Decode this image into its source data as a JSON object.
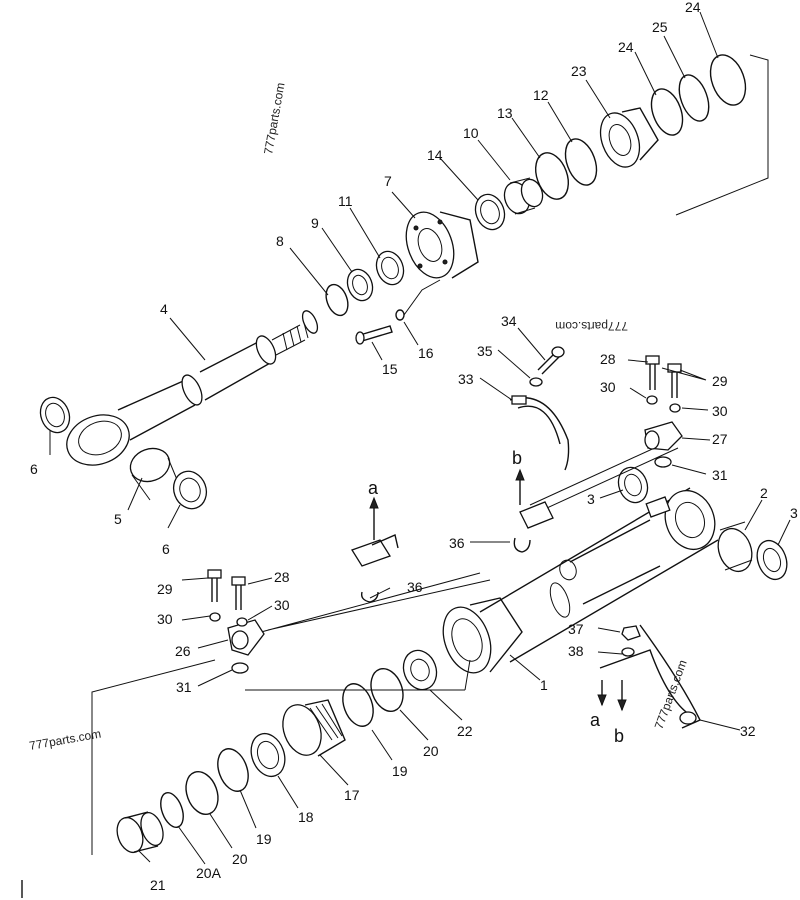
{
  "watermarks": [
    "777parts.com",
    "777parts.com",
    "777parts.com",
    "777parts.com"
  ],
  "callouts": {
    "c1": "1",
    "c2": "2",
    "c3a": "3",
    "c3b": "3",
    "c4": "4",
    "c5": "5",
    "c6a": "6",
    "c6b": "6",
    "c7": "7",
    "c8": "8",
    "c9": "9",
    "c10": "10",
    "c11": "11",
    "c12": "12",
    "c13": "13",
    "c14": "14",
    "c15": "15",
    "c16": "16",
    "c17": "17",
    "c18": "18",
    "c19a": "19",
    "c19b": "19",
    "c20a": "20",
    "c20b": "20",
    "c20A": "20A",
    "c21": "21",
    "c22": "22",
    "c23": "23",
    "c24a": "24",
    "c24b": "24",
    "c25": "25",
    "c26": "26",
    "c27": "27",
    "c28a": "28",
    "c28b": "28",
    "c29a": "29",
    "c29b": "29",
    "c30a": "30",
    "c30b": "30",
    "c30c": "30",
    "c30d": "30",
    "c31a": "31",
    "c31b": "31",
    "c32": "32",
    "c33": "33",
    "c34": "34",
    "c35": "35",
    "c36a": "36",
    "c36b": "36",
    "c37": "37",
    "c38": "38"
  },
  "refs": {
    "a1": "a",
    "a2": "a",
    "b1": "b",
    "b2": "b"
  }
}
